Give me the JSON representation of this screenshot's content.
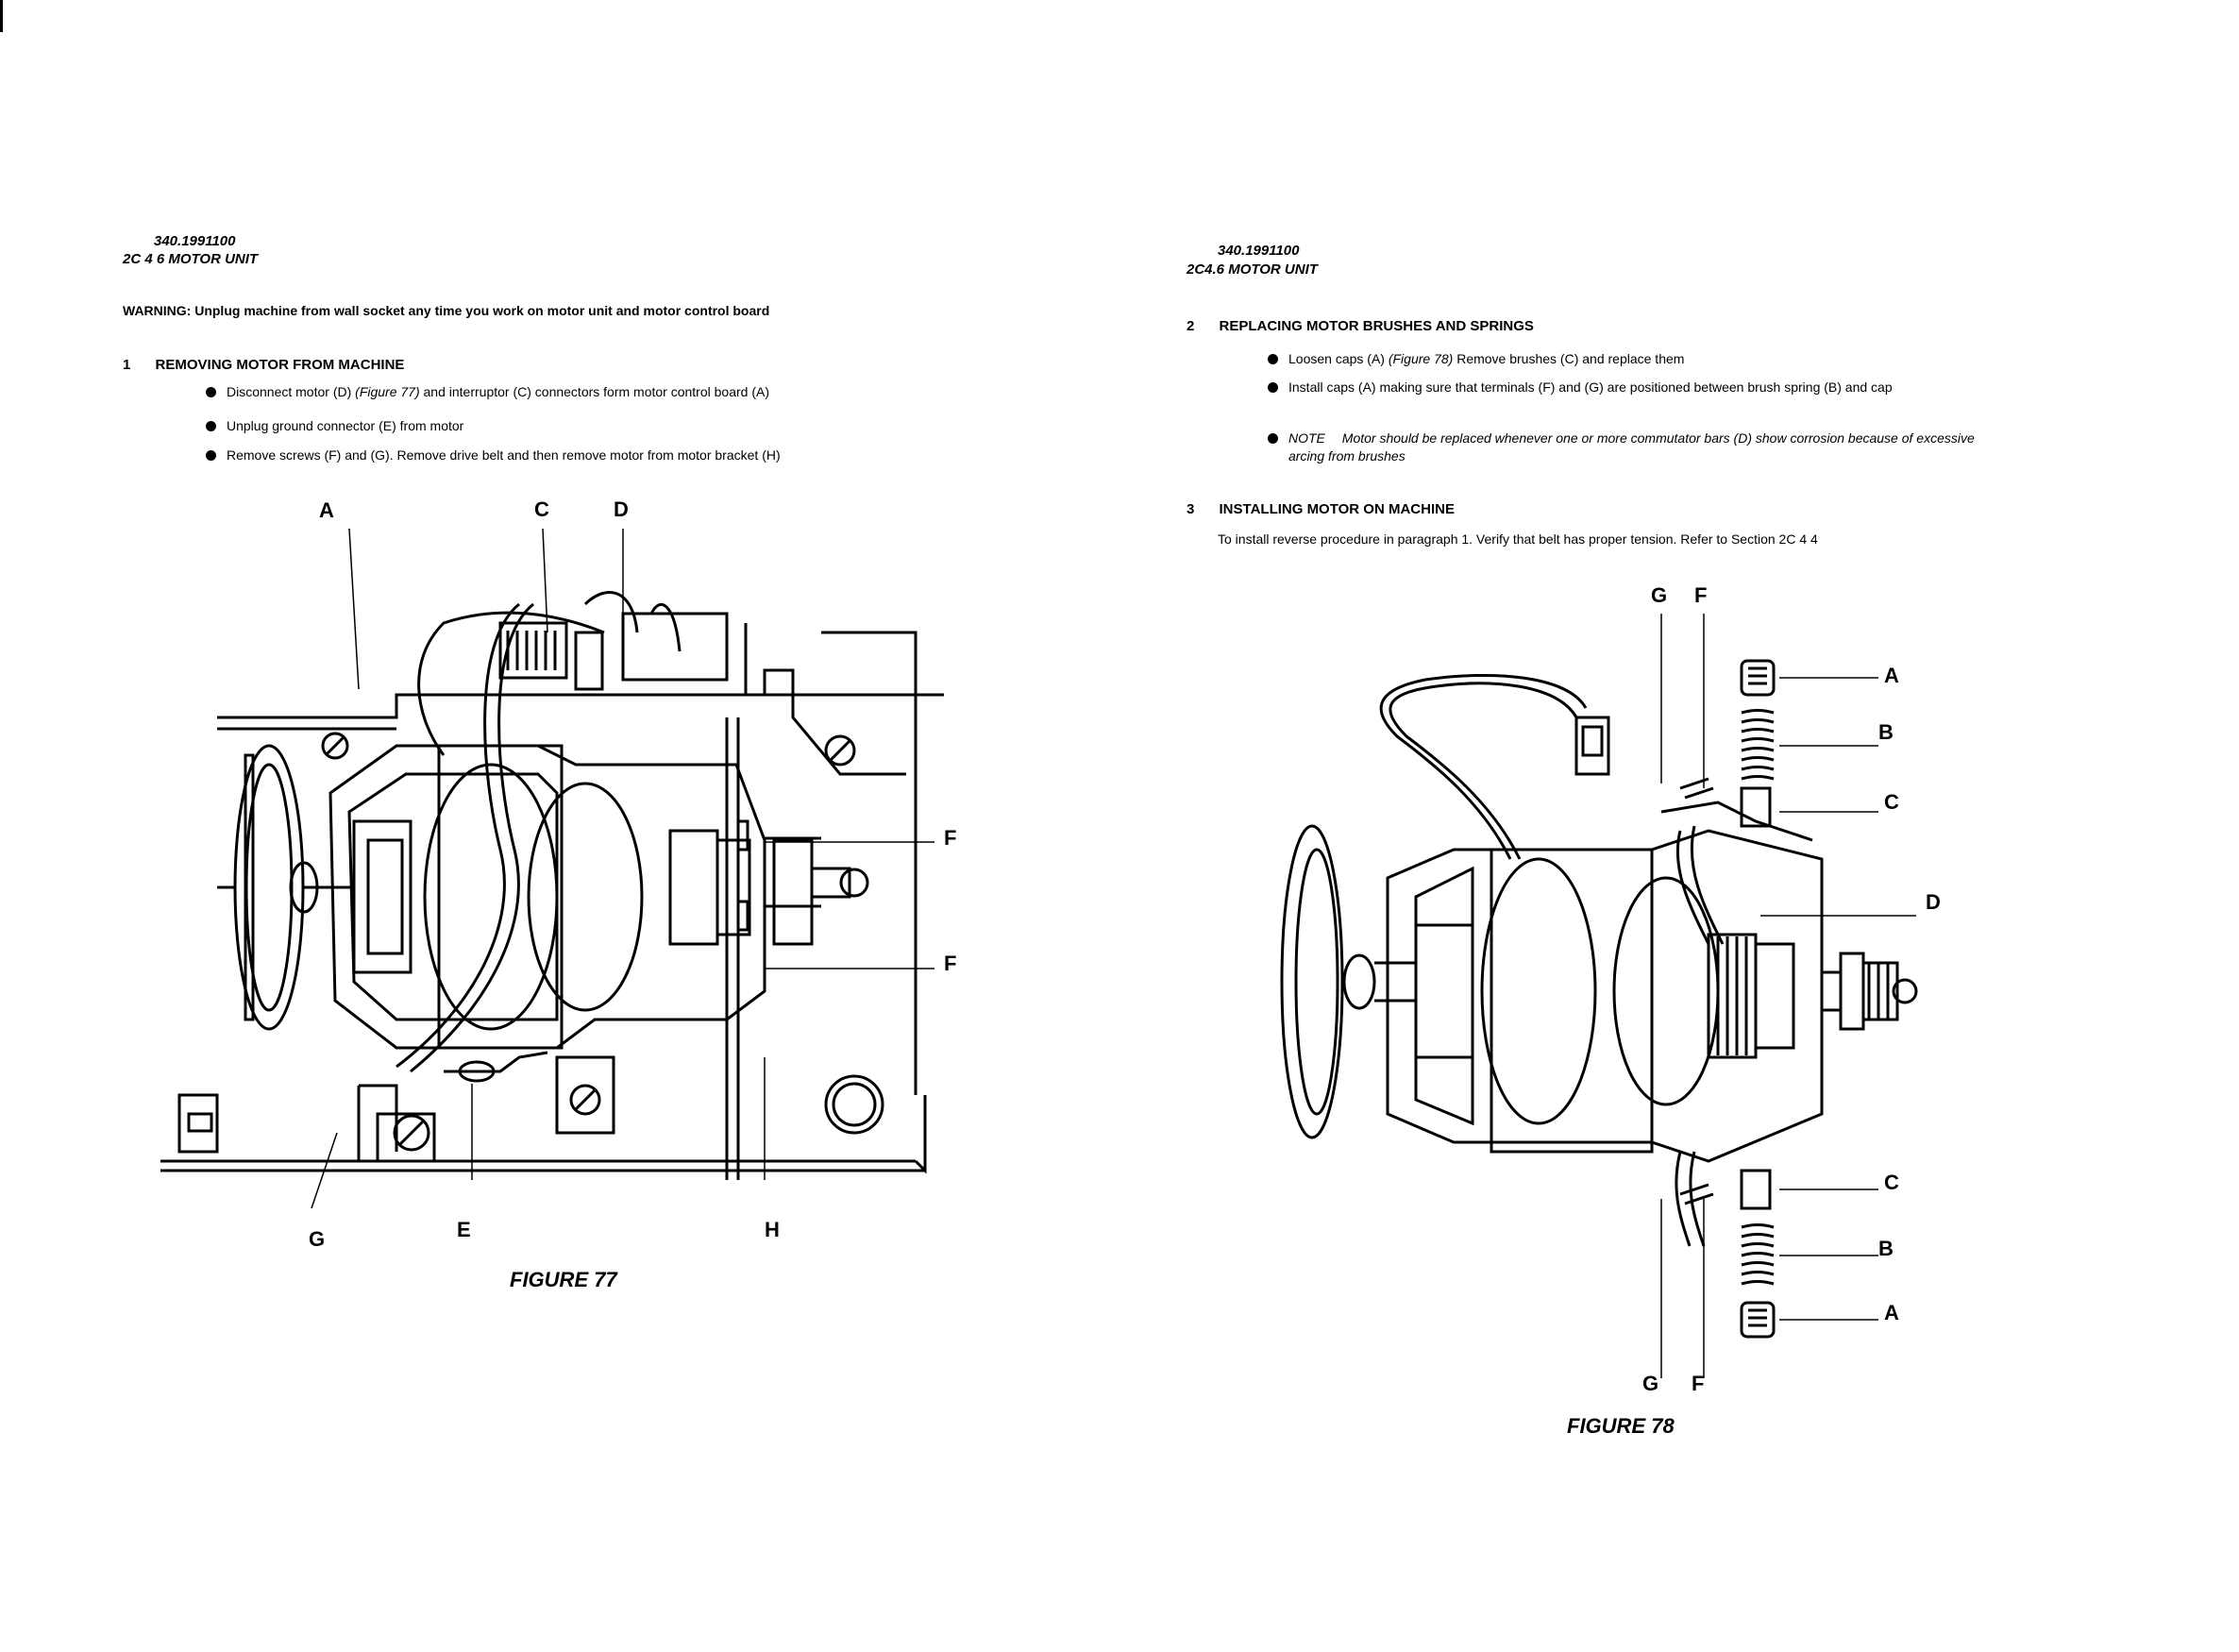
{
  "left": {
    "doc_code": "340.1991100",
    "section": "2C 4 6   MOTOR UNIT",
    "warning_label": "WARNING:",
    "warning_text": "Unplug machine from wall socket any time you work on motor unit and motor control board",
    "step1_num": "1",
    "step1_title": "REMOVING MOTOR FROM MACHINE",
    "bullets": [
      {
        "a": "Disconnect motor (D) ",
        "fig": "(Figure 77)",
        "b": " and interruptor (C) connectors form motor control board (A)"
      },
      {
        "a": "Unplug ground connector (E) from motor",
        "fig": "",
        "b": ""
      },
      {
        "a": "Remove screws (F) and (G). Remove drive belt and then remove motor from motor bracket (H)",
        "fig": "",
        "b": ""
      }
    ],
    "labels": {
      "A": "A",
      "C": "C",
      "D": "D",
      "F1": "F",
      "F2": "F",
      "G": "G",
      "E": "E",
      "H": "H"
    },
    "figure_caption": "FIGURE 77"
  },
  "right": {
    "doc_code": "340.1991100",
    "section": "2C4.6   MOTOR UNIT",
    "step2_num": "2",
    "step2_title": "REPLACING MOTOR BRUSHES AND SPRINGS",
    "bullets": [
      {
        "a": "Loosen caps (A) ",
        "fig": "(Figure 78)",
        "b": " Remove brushes (C) and replace them"
      },
      {
        "a": "Install caps (A) making sure that terminals (F) and (G) are positioned between brush spring (B) and cap",
        "fig": "",
        "b": ""
      }
    ],
    "note_label": "NOTE",
    "note_text": "Motor should be replaced whenever one or more commutator bars (D) show corrosion because of excessive arcing from brushes",
    "step3_num": "3",
    "step3_title": "INSTALLING MOTOR ON MACHINE",
    "step3_text": "To install reverse procedure in paragraph 1. Verify that belt has proper tension. Refer to Section 2C 4 4",
    "labels": {
      "G1": "G",
      "F1": "F",
      "A1": "A",
      "B1": "B",
      "C1": "C",
      "D": "D",
      "C2": "C",
      "B2": "B",
      "A2": "A",
      "G2": "G",
      "F2": "F"
    },
    "figure_caption": "FIGURE 78"
  }
}
